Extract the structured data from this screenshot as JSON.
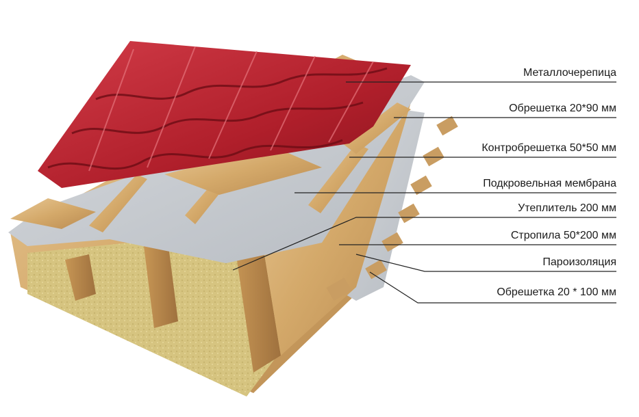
{
  "labels": [
    {
      "id": "metal-tile",
      "text": "Металлочерепица"
    },
    {
      "id": "batten-20x90",
      "text": "Обрешетка 20*90 мм"
    },
    {
      "id": "counter-batten",
      "text": "Контробрешетка 50*50 мм"
    },
    {
      "id": "roof-membrane",
      "text": "Подкровельная мембрана"
    },
    {
      "id": "insulation",
      "text": "Утеплитель 200 мм"
    },
    {
      "id": "rafters",
      "text": "Стропила 50*200 мм"
    },
    {
      "id": "vapor-barrier",
      "text": "Пароизоляция"
    },
    {
      "id": "batten-20x100",
      "text": "Обрешетка 20 * 100 мм"
    }
  ],
  "colors": {
    "tile": "#b3202c",
    "tile_dark": "#7d0f18",
    "tile_light": "#d8505a",
    "wood": "#d9b37c",
    "wood_dark": "#a77a45",
    "wool": "#d9c887",
    "membrane": "#c9cdd2",
    "leader": "#222222"
  }
}
